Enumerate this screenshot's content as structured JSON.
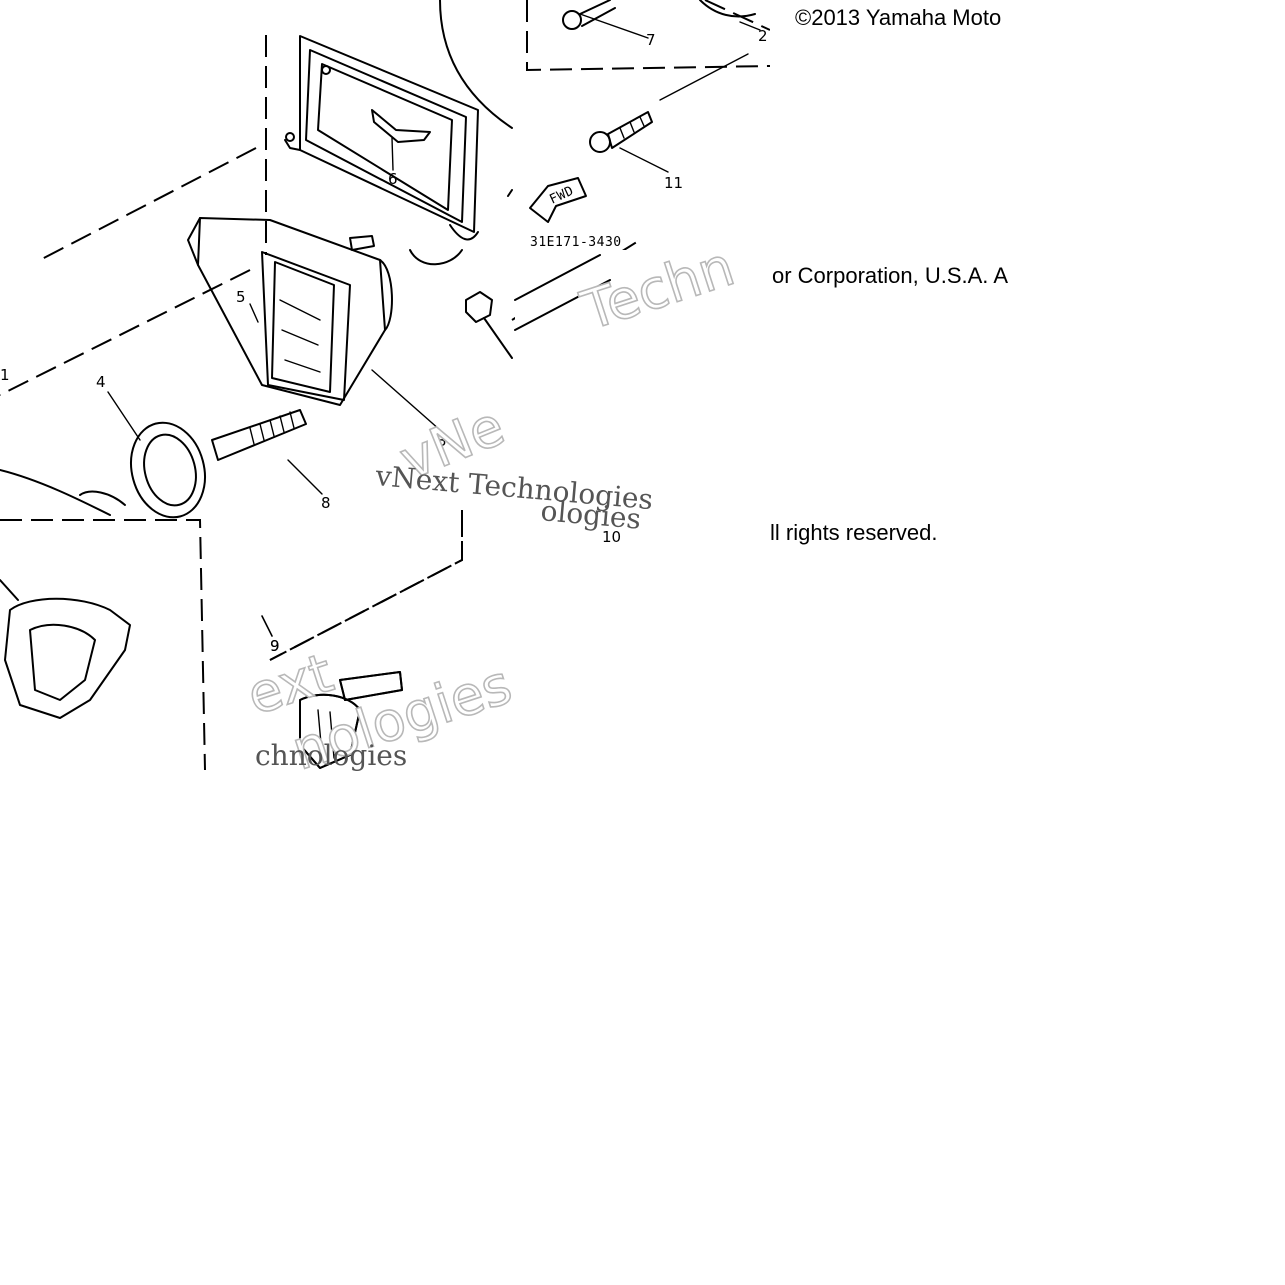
{
  "copyright": {
    "line1": "©2013 Yamaha Moto",
    "line2": "or Corporation, U.S.A. A",
    "line3": "ll rights reserved."
  },
  "part_code": "31E171-3430",
  "fwd_label": "FWD",
  "watermark": {
    "brand_a": "vNext Technologies",
    "brand_b": "Techn",
    "brand_c": "vNe",
    "brand_d": "ologies",
    "brand_e": "ext",
    "brand_f": "nologies",
    "brand_g": "chnologies"
  },
  "callouts": [
    "1",
    "2",
    "3",
    "4",
    "5",
    "6",
    "7",
    "8",
    "9",
    "10",
    "11"
  ]
}
